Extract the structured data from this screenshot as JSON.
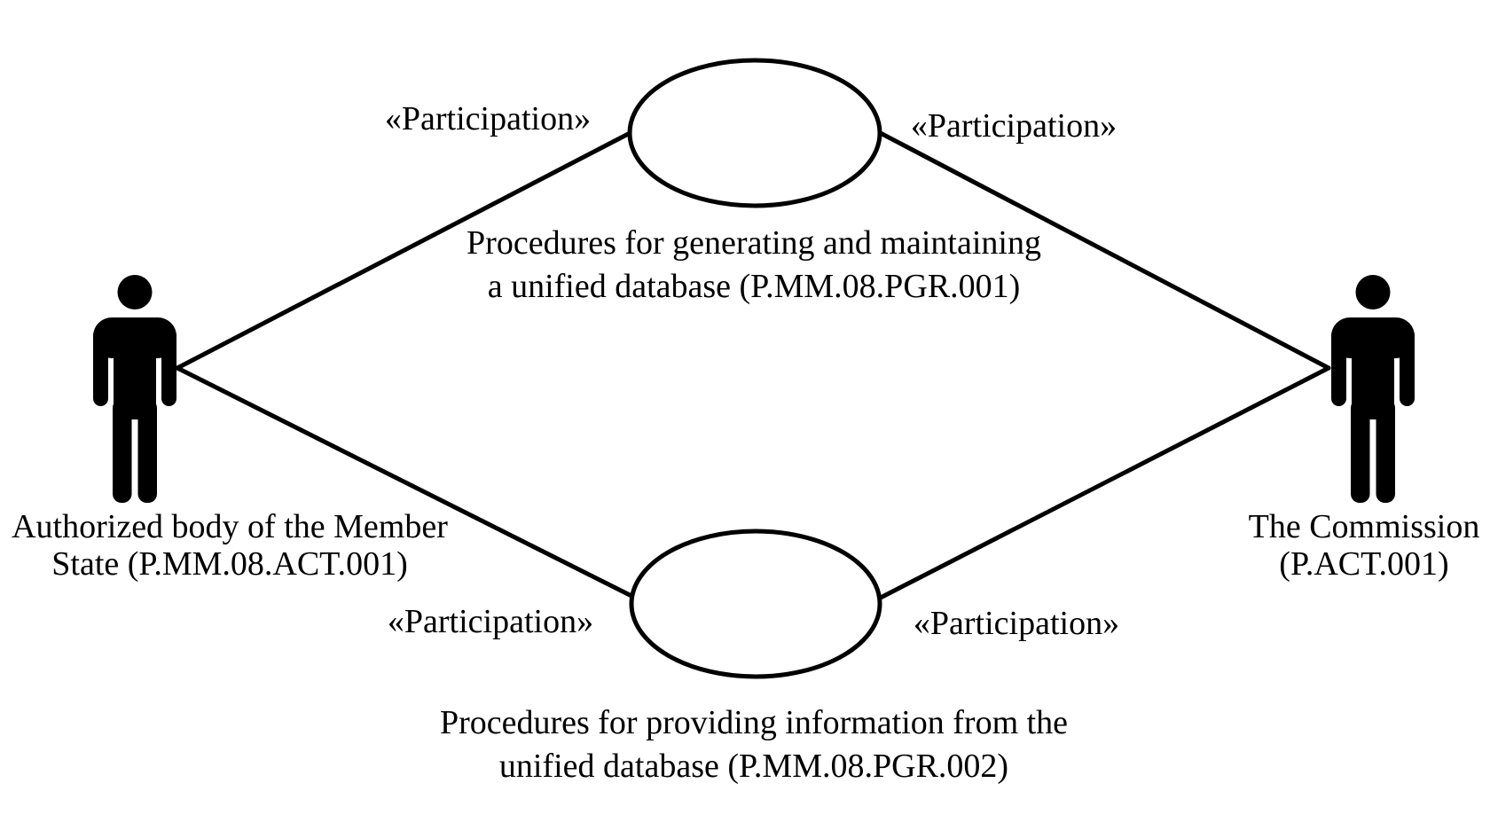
{
  "diagram": {
    "type": "UML use case diagram",
    "colors": {
      "ink": "#000000",
      "background": "#ffffff"
    },
    "actors": [
      {
        "id": "member-state-actor",
        "name_line1": "Authorized body of the Member",
        "name_line2": "State (P.MM.08.ACT.001)"
      },
      {
        "id": "commission-actor",
        "name_line1": "The Commission",
        "name_line2": "(P.ACT.001)"
      }
    ],
    "use_cases": [
      {
        "id": "use-case-top",
        "label_line1": "Procedures for generating and maintaining",
        "label_line2": "a unified database (P.MM.08.PGR.001)"
      },
      {
        "id": "use-case-bottom",
        "label_line1": "Procedures for providing information from the",
        "label_line2": "unified database (P.MM.08.PGR.002)"
      }
    ],
    "associations": [
      {
        "from": "member-state-actor",
        "to": "use-case-top",
        "stereotype": "«Participation»"
      },
      {
        "from": "use-case-top",
        "to": "commission-actor",
        "stereotype": "«Participation»"
      },
      {
        "from": "member-state-actor",
        "to": "use-case-bottom",
        "stereotype": "«Participation»"
      },
      {
        "from": "use-case-bottom",
        "to": "commission-actor",
        "stereotype": "«Participation»"
      }
    ]
  }
}
